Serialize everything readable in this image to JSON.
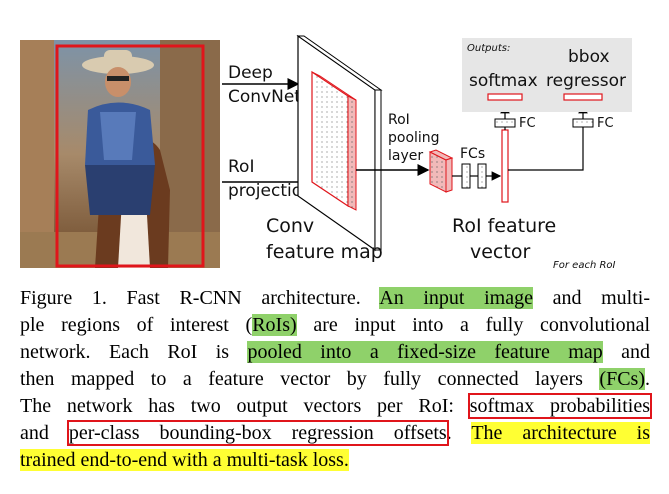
{
  "figure": {
    "labels": {
      "deep_convnet_1": "Deep",
      "deep_convnet_2": "ConvNet",
      "roi_projection_1": "RoI",
      "roi_projection_2": "projection",
      "conv_feature_map_1": "Conv",
      "conv_feature_map_2": "feature map",
      "roi_pooling_1": "RoI",
      "roi_pooling_2": "pooling",
      "roi_pooling_3": "layer",
      "fcs": "FCs",
      "roi_feature_vector_1": "RoI feature",
      "roi_feature_vector_2": "vector",
      "for_each_roi": "For each RoI",
      "outputs": "Outputs:",
      "softmax": "softmax",
      "bbox_1": "bbox",
      "bbox_2": "regressor",
      "fc_left": "FC",
      "fc_right": "FC"
    },
    "colors": {
      "roi_red": "#e0151b",
      "outputs_panel": "#e6e6e6",
      "feature_map_face": "#ffffff",
      "feature_map_side": "#f1b9b9"
    }
  },
  "caption": {
    "p1": "Figure 1. Fast R-CNN architecture. ",
    "h1": "An input image",
    "p2": " and multi-",
    "p3": "ple regions of interest (",
    "h2": "RoIs)",
    "p4": " are input into a fully convolutional",
    "p5": "network. Each RoI is ",
    "h3": "pooled into a fixed-size feature map",
    "p6": " and",
    "p7": "then mapped to a feature vector by fully connected layers ",
    "h4": "(FCs)",
    "p8": ".",
    "p9": "The network has two output vectors per RoI: ",
    "b1": "softmax probabilities",
    "p10": "and ",
    "b2": "per-class bounding-box regression offsets",
    "p11": ". ",
    "y1": "The architecture is",
    "y2": "trained end-to-end with a multi-task loss."
  }
}
